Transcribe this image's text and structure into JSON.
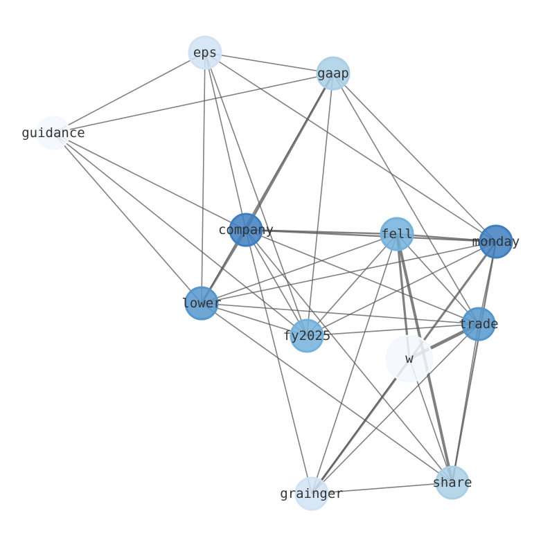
{
  "graph": {
    "type": "network",
    "nodes": [
      {
        "id": "eps",
        "label": "eps",
        "color": "#d1e3f3"
      },
      {
        "id": "gaap",
        "label": "gaap",
        "color": "#a9cfe5"
      },
      {
        "id": "guidance",
        "label": "guidance",
        "color": "#f3f8fe"
      },
      {
        "id": "company",
        "label": "company",
        "color": "#3f7fbf"
      },
      {
        "id": "fell",
        "label": "fell",
        "color": "#73b2dc"
      },
      {
        "id": "monday",
        "label": "monday",
        "color": "#3f7fbf"
      },
      {
        "id": "lower",
        "label": "lower",
        "color": "#5697cb"
      },
      {
        "id": "trade",
        "label": "trade",
        "color": "#5697cb"
      },
      {
        "id": "fy2025",
        "label": "fy2025",
        "color": "#73b2dc"
      },
      {
        "id": "w",
        "label": "w",
        "color": "#f3f8fe"
      },
      {
        "id": "grainger",
        "label": "grainger",
        "color": "#d1e3f3"
      },
      {
        "id": "share",
        "label": "share",
        "color": "#a9cfe5"
      }
    ],
    "edges": [
      [
        "eps",
        "gaap",
        1
      ],
      [
        "eps",
        "guidance",
        1
      ],
      [
        "eps",
        "lower",
        1
      ],
      [
        "eps",
        "company",
        1
      ],
      [
        "eps",
        "fy2025",
        1
      ],
      [
        "eps",
        "monday",
        1
      ],
      [
        "gaap",
        "guidance",
        1
      ],
      [
        "gaap",
        "company",
        2
      ],
      [
        "gaap",
        "lower",
        1
      ],
      [
        "gaap",
        "fy2025",
        1
      ],
      [
        "gaap",
        "trade",
        1
      ],
      [
        "gaap",
        "monday",
        1
      ],
      [
        "guidance",
        "company",
        1
      ],
      [
        "guidance",
        "lower",
        1
      ],
      [
        "guidance",
        "fy2025",
        1
      ],
      [
        "company",
        "fell",
        1.5
      ],
      [
        "company",
        "monday",
        1.5
      ],
      [
        "company",
        "lower",
        2
      ],
      [
        "company",
        "fy2025",
        1
      ],
      [
        "company",
        "trade",
        1
      ],
      [
        "company",
        "share",
        1
      ],
      [
        "company",
        "grainger",
        1
      ],
      [
        "fell",
        "monday",
        1.5
      ],
      [
        "fell",
        "lower",
        1
      ],
      [
        "fell",
        "fy2025",
        1
      ],
      [
        "fell",
        "trade",
        1
      ],
      [
        "fell",
        "w",
        2
      ],
      [
        "fell",
        "share",
        2.5
      ],
      [
        "fell",
        "grainger",
        1
      ],
      [
        "monday",
        "lower",
        1
      ],
      [
        "monday",
        "fy2025",
        1
      ],
      [
        "monday",
        "grainger",
        2
      ],
      [
        "monday",
        "share",
        1.5
      ],
      [
        "monday",
        "trade",
        1
      ],
      [
        "lower",
        "trade",
        1
      ],
      [
        "lower",
        "fy2025",
        1
      ],
      [
        "lower",
        "share",
        1
      ],
      [
        "trade",
        "w",
        3
      ],
      [
        "trade",
        "fy2025",
        1
      ],
      [
        "trade",
        "share",
        1
      ],
      [
        "trade",
        "grainger",
        1
      ],
      [
        "w",
        "grainger",
        1
      ],
      [
        "w",
        "share",
        1
      ],
      [
        "grainger",
        "share",
        1
      ]
    ]
  }
}
